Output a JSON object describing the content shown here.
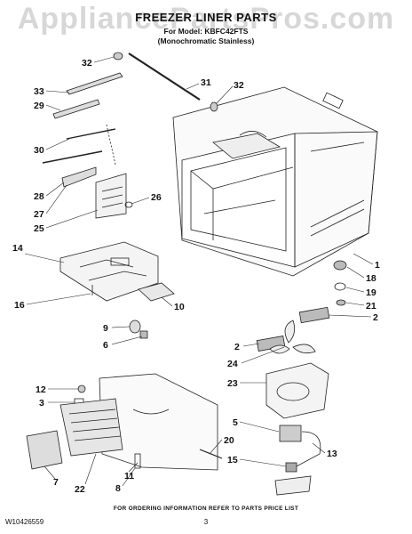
{
  "watermark": "AppliancePartsPros.com",
  "header": {
    "title": "FREEZER LINER PARTS",
    "model_line": "For Model: KBFC42FTS",
    "variant_line": "(Monochromatic Stainless)"
  },
  "footer": {
    "note": "FOR ORDERING INFORMATION REFER TO PARTS PRICE LIST",
    "doc_id": "W10426559",
    "page": "3"
  },
  "callouts": [
    {
      "id": "c32a",
      "label": "32"
    },
    {
      "id": "c31",
      "label": "31"
    },
    {
      "id": "c32b",
      "label": "32"
    },
    {
      "id": "c33",
      "label": "33"
    },
    {
      "id": "c29",
      "label": "29"
    },
    {
      "id": "c30",
      "label": "30"
    },
    {
      "id": "c28",
      "label": "28"
    },
    {
      "id": "c27",
      "label": "27"
    },
    {
      "id": "c26",
      "label": "26"
    },
    {
      "id": "c25",
      "label": "25"
    },
    {
      "id": "c14",
      "label": "14"
    },
    {
      "id": "c16",
      "label": "16"
    },
    {
      "id": "c10",
      "label": "10"
    },
    {
      "id": "c9",
      "label": "9"
    },
    {
      "id": "c6",
      "label": "6"
    },
    {
      "id": "c1",
      "label": "1"
    },
    {
      "id": "c18",
      "label": "18"
    },
    {
      "id": "c19",
      "label": "19"
    },
    {
      "id": "c21",
      "label": "21"
    },
    {
      "id": "c2a",
      "label": "2"
    },
    {
      "id": "c2b",
      "label": "2"
    },
    {
      "id": "c24",
      "label": "24"
    },
    {
      "id": "c23",
      "label": "23"
    },
    {
      "id": "c12",
      "label": "12"
    },
    {
      "id": "c3",
      "label": "3"
    },
    {
      "id": "c5",
      "label": "5"
    },
    {
      "id": "c13",
      "label": "13"
    },
    {
      "id": "c20",
      "label": "20"
    },
    {
      "id": "c15",
      "label": "15"
    },
    {
      "id": "c11",
      "label": "11"
    },
    {
      "id": "c7",
      "label": "7"
    },
    {
      "id": "c22",
      "label": "22"
    },
    {
      "id": "c8",
      "label": "8"
    }
  ]
}
